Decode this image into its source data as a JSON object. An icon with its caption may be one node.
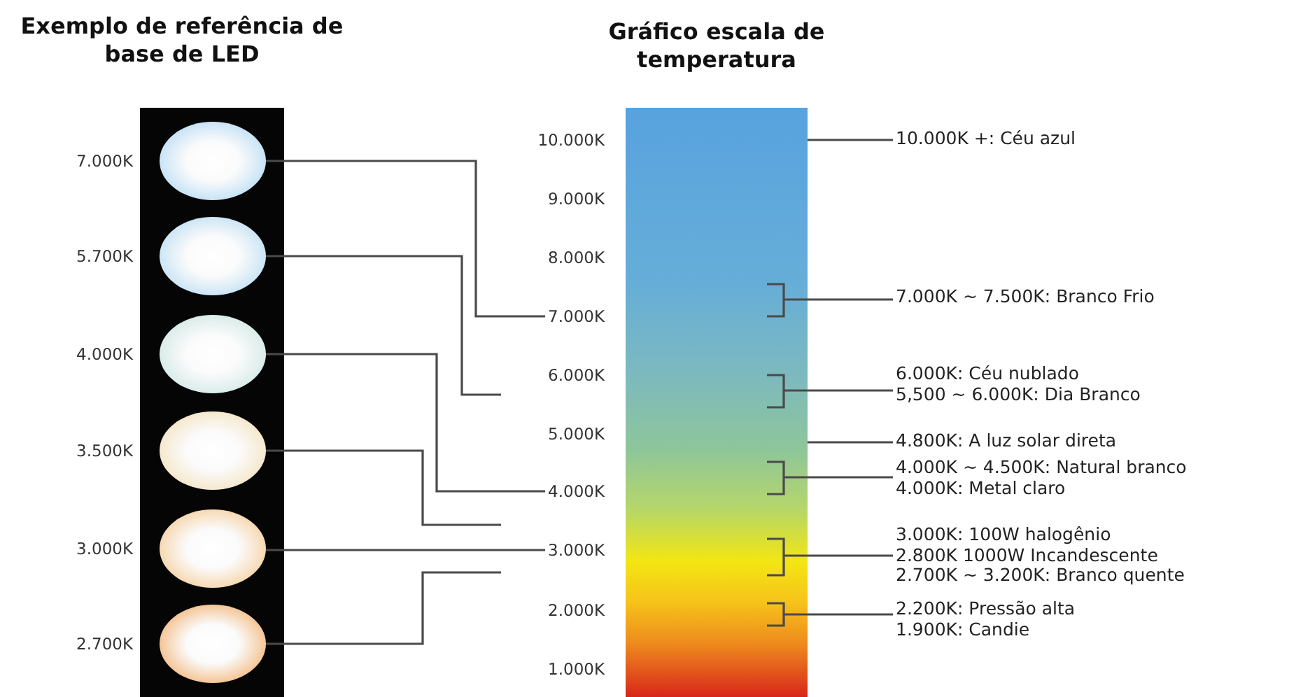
{
  "diagram": {
    "nodes": [
      {
        "text": [
          "Exemplo de referência de base de LED"
        ]
      },
      {
        "text": [],
        "shape": "circle",
        "in": 0,
        "beside": [
          "7.000K"
        ]
      },
      {
        "text": [],
        "shape": "circle",
        "in": 0,
        "beside": [
          "5.700K"
        ]
      },
      {
        "text": [],
        "shape": "circle",
        "in": 0,
        "beside": [
          "4.000K"
        ]
      },
      {
        "text": [],
        "shape": "circle",
        "in": 0,
        "beside": [
          "3.500K"
        ]
      },
      {
        "text": [],
        "shape": "circle",
        "in": 0,
        "beside": [
          "3.000K"
        ]
      },
      {
        "text": [],
        "shape": "circle",
        "in": 0,
        "beside": [
          "2.700K"
        ]
      },
      {
        "text": [
          "Gráfico escala de temperatura"
        ]
      },
      {
        "text": [
          "10.000K"
        ]
      },
      {
        "text": [
          "9.000K"
        ]
      },
      {
        "text": [
          "8.000K"
        ]
      },
      {
        "text": [
          "7.000K"
        ]
      },
      {
        "text": [
          "6.000K"
        ]
      },
      {
        "text": [
          "5.000K"
        ]
      },
      {
        "text": [
          "4.000K"
        ]
      },
      {
        "text": [
          "3.000K"
        ]
      },
      {
        "text": [
          "2.000K"
        ]
      },
      {
        "text": [
          "1.000K"
        ]
      },
      {
        "text": [
          "10.000K +: Céu azul"
        ]
      },
      {
        "text": [
          "7.000K ~ 7.500K: Branco Frio"
        ]
      },
      {
        "text": [
          "6.000K: Céu nublado",
          "5,500 ~ 6.000K: Dia Branco"
        ]
      },
      {
        "text": [
          "4.800K: A luz solar direta"
        ]
      },
      {
        "text": [
          "4.000K ~ 4.500K: Natural branco",
          "4.000K: Metal claro"
        ]
      },
      {
        "text": [
          "3.000K: 100W halogênio",
          "2.800K 1000W Incandescente",
          "2.700K ~ 3.200K: Branco quente"
        ]
      },
      {
        "text": [
          "2.200K: Pressão alta",
          "1.900K: Candie"
        ]
      }
    ],
    "edges": [
      {
        "from": 1,
        "to": 11,
        "arrow": "none"
      },
      {
        "from": 2,
        "to": null,
        "arrow": "none"
      },
      {
        "from": 3,
        "to": 14,
        "arrow": "none"
      },
      {
        "from": 4,
        "to": null,
        "arrow": "none"
      },
      {
        "from": 5,
        "to": 15,
        "arrow": "none"
      },
      {
        "from": 6,
        "to": null,
        "arrow": "none"
      },
      {
        "from": 7,
        "to": 18,
        "arrow": "none"
      },
      {
        "from": 7,
        "to": 19,
        "arrow": "none"
      },
      {
        "from": 7,
        "to": 20,
        "arrow": "none"
      },
      {
        "from": 7,
        "to": 21,
        "arrow": "none"
      },
      {
        "from": 7,
        "to": 22,
        "arrow": "none"
      },
      {
        "from": 7,
        "to": 23,
        "arrow": "none"
      },
      {
        "from": 7,
        "to": 24,
        "arrow": "none"
      }
    ]
  }
}
